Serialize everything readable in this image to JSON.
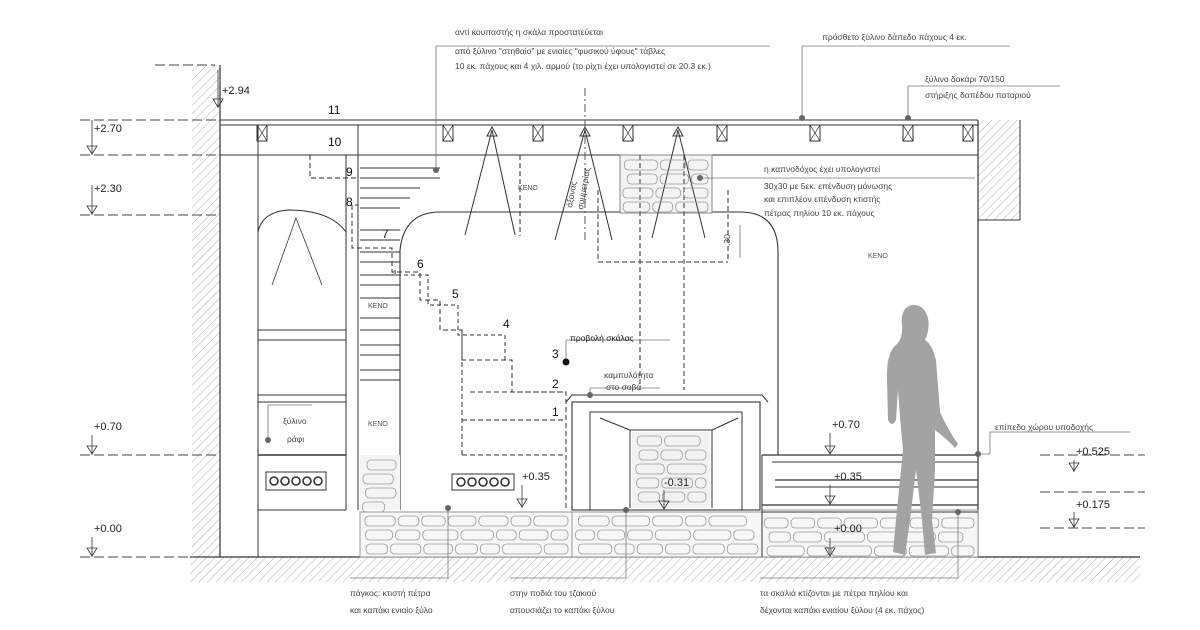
{
  "annotations": {
    "top_stair_note": [
      "αντί κουπαστής η σκάλα προστατεύεται",
      "από ξύλινο \"στηθαίο\" με ενιαίες \"φυσικού ύφους\" τάβλες",
      "10 εκ. πάχους και 4 χιλ. αρμού (το ρίχτι έχει υπολογιστεί σε 20.3 εκ.)"
    ],
    "top_floor_note": [
      "πρόσθετο ξύλινο δάπεδο πάχους 4 εκ."
    ],
    "beam_note": [
      "ξύλινο δοκάρι 70/150",
      "στήριξης δαπέδου παταριού"
    ],
    "chimney_note": [
      "η καπνοδόχος έχει υπολογιστεί",
      "30χ30 με 5εκ. επένδυση μόνωσης",
      "και επιπλέον επένδυση κτιστής",
      "πέτρας πηλίου 10 εκ. πάχους"
    ],
    "shelf_note": [
      "ξύλινο",
      "ράφι"
    ],
    "stair_projection": "προβολή σκάλας",
    "curve_note": [
      "καμπυλότητα",
      "στο σοβά"
    ],
    "axis_note": [
      "άξονας",
      "συμμετρίας"
    ],
    "void_label": "ΚΕΝΟ",
    "reception_level": "επίπεδο χώρου υποδοχής",
    "dim_30": ".30",
    "bottom_bench": [
      "πάγκος: κτιστή πέτρα",
      "και καπάκι ενιαίο ξύλο"
    ],
    "bottom_fireplace": [
      "στην ποδιά του τζακιού",
      "απουσιάζει το καπάκι ξύλου"
    ],
    "bottom_steps": [
      "τα σκαλιά κτίζονται με πέτρα πηλίου και",
      "δέχονται καπάκι ενιαίου ξύλου (4 εκ. πάχος)"
    ]
  },
  "levels": {
    "left": [
      "+2.94",
      "+2.70",
      "+2.30",
      "+0.70",
      "+0.00"
    ],
    "inner": [
      "+0.35",
      "-0.31",
      "+0.70",
      "+0.35",
      "+0.00"
    ],
    "right": [
      "+0.525",
      "+0.175"
    ]
  },
  "steps": [
    "11",
    "10",
    "9",
    "8",
    "7",
    "6",
    "5",
    "4",
    "3",
    "2",
    "1"
  ],
  "colors": {
    "line": "#333333",
    "light": "#9a9a9a",
    "person": "#a0a0a0",
    "stone": "#8c8c8c"
  }
}
